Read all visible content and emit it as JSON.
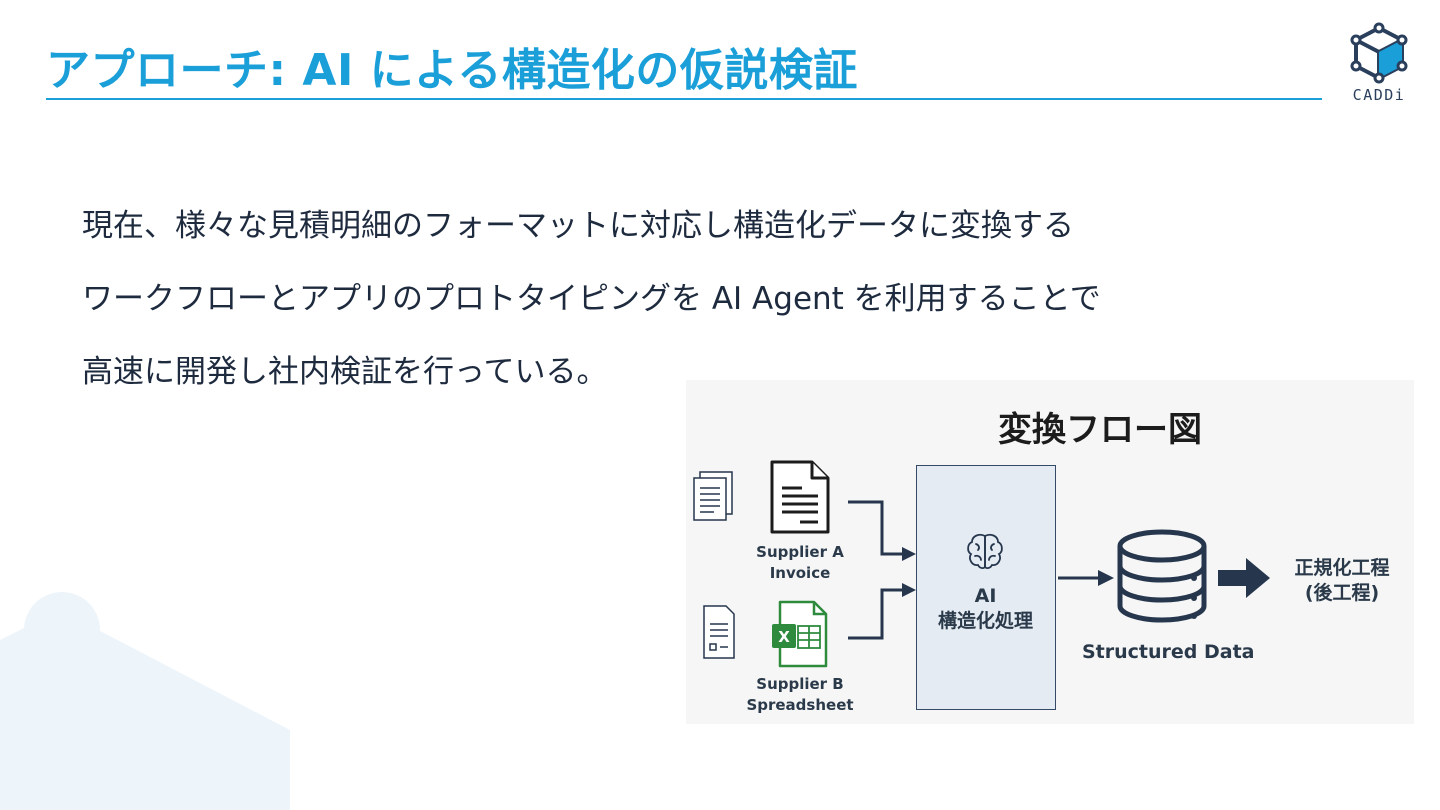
{
  "slide": {
    "title": "アプローチ: AI による構造化の仮説検証",
    "logo_text": "CADDi",
    "body_lines": [
      "現在、様々な見積明細のフォーマットに対応し構造化データに変換する",
      "ワークフローとアプリのプロトタイピングを AI Agent を利用することで",
      "高速に開発し社内検証を行っている。"
    ]
  },
  "diagram": {
    "title": "変換フロー図",
    "inputs": [
      {
        "line1": "Supplier A",
        "line2": "Invoice",
        "icon": "document-icon"
      },
      {
        "line1": "Supplier B",
        "line2": "Spreadsheet",
        "icon": "excel-icon"
      }
    ],
    "process": {
      "line1": "AI",
      "line2": "構造化処理",
      "icon": "brain-icon"
    },
    "output": {
      "label": "Structured Data",
      "icon": "database-icon"
    },
    "next_step": {
      "line1": "正規化工程",
      "line2": "(後工程)"
    }
  },
  "colors": {
    "accent": "#1a9fd9",
    "text": "#1e2b3f",
    "diagram_ink": "#26364d",
    "excel_green": "#2e8b3e"
  }
}
